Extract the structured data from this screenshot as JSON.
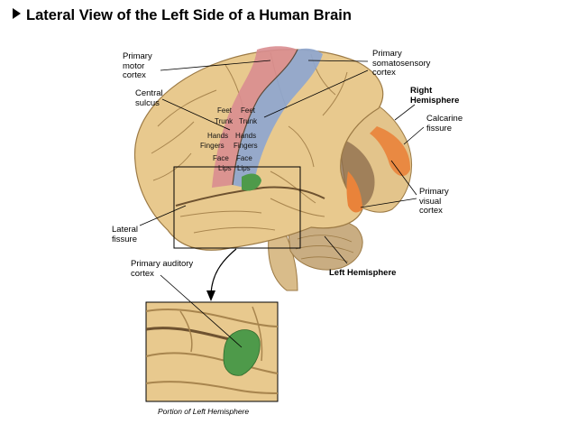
{
  "title": "Lateral View of the Left Side of a Human Brain",
  "labels": {
    "primary_motor_cortex": "Primary\nmotor\ncortex",
    "primary_somatosensory_cortex": "Primary\nsomatosensory\ncortex",
    "central_sulcus": "Central\nsulcus",
    "right_hemisphere": "Right\nHemisphere",
    "calcarine_fissure": "Calcarine\nfissure",
    "primary_visual_cortex": "Primary\nvisual\ncortex",
    "lateral_fissure": "Lateral\nfissure",
    "left_hemisphere": "Left Hemisphere",
    "primary_auditory_cortex": "Primary auditory\ncortex"
  },
  "motor_strip": [
    "Feet",
    "Trunk",
    "Hands",
    "Fingers",
    "Face",
    "Lips"
  ],
  "sensory_strip": [
    "Feet",
    "Trunk",
    "Hands",
    "Fingers",
    "Face",
    "Lips"
  ],
  "inset_caption": "Portion of Left Hemisphere",
  "colors": {
    "brain": "#e8c98e",
    "brain_outline": "#9c7a45",
    "motor": "#d98d90",
    "sensory": "#8ea6cf",
    "visual": "#e9833a",
    "auditory": "#4e9a4a",
    "cerebellum": "#c9ad82",
    "brainstem": "#d9bc8a"
  }
}
